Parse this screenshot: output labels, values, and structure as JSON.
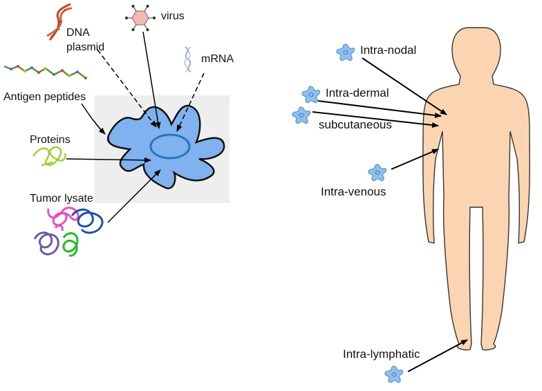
{
  "left_panel": {
    "labels": {
      "dna_plasmid_line1": "DNA",
      "dna_plasmid_line2": "plasmid",
      "virus": "virus",
      "mrna": "mRNA",
      "antigen_peptides": "Antigen peptides",
      "proteins": "Proteins",
      "tumor_lysate": "Tumor lysate"
    }
  },
  "right_panel": {
    "labels": {
      "intra_nodal": "Intra-nodal",
      "intra_dermal": "Intra-dermal",
      "subcutaneous": "subcutaneous",
      "intra_venous": "Intra-venous",
      "intra_lymphatic": "Intra-lymphatic"
    }
  },
  "colors": {
    "dendritic_cell_fill": "#7fb2ee",
    "dendritic_cell_nucleus": "#2a73b8",
    "body_fill": "#fbd5b1",
    "virus_fill": "#f4b8b4",
    "protein_green": "#9acd32",
    "lysate_magenta": "#e64fc4",
    "lysate_blue": "#1f4fa8",
    "lysate_purple": "#6a5aa6",
    "lysate_green": "#22bb22",
    "dna_red": "#d03a2a",
    "arrow": "#000000"
  }
}
